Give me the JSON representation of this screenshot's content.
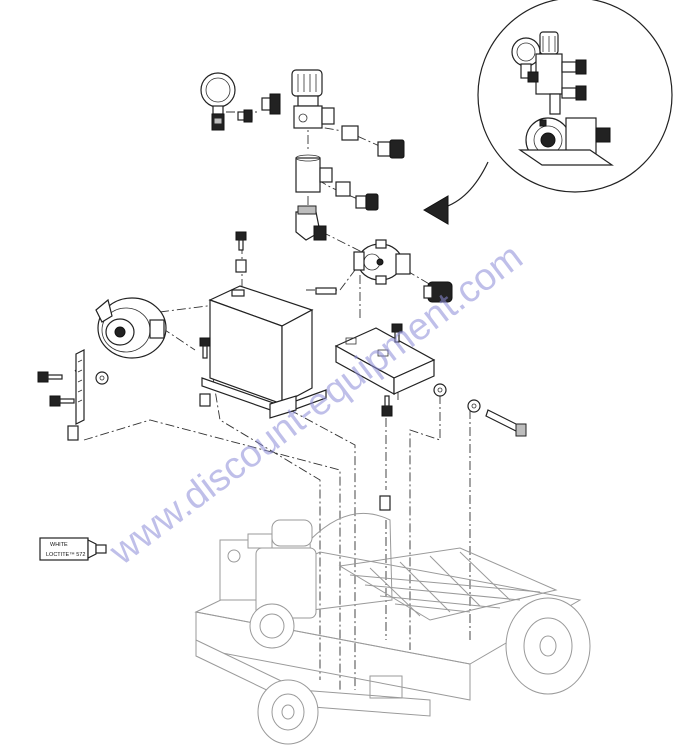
{
  "watermark": {
    "text": "www.discount-equipment.com",
    "color": "#8c8cd8"
  },
  "tube_label": {
    "line1": "WHITE",
    "line2": "LOCTITE™ 572"
  },
  "colors": {
    "line": "#222222",
    "background": "#ffffff",
    "watermark": "#8c8cd8"
  }
}
